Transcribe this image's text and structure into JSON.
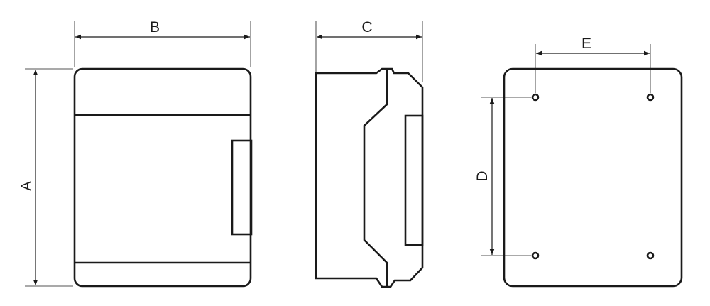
{
  "dimensions": {
    "height_label": "A",
    "width_label": "B",
    "depth_label": "C",
    "hole_vertical_spacing_label": "D",
    "hole_horizontal_spacing_label": "E"
  },
  "views": [
    "front",
    "side",
    "back"
  ]
}
